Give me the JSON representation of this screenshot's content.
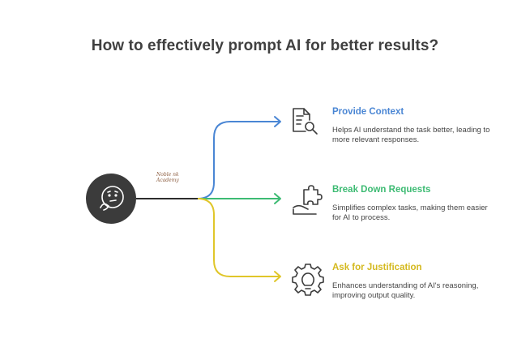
{
  "title": "How to effectively prompt AI for better results?",
  "watermark_text": "Noble nk Academy",
  "branches": [
    {
      "title": "Provide Context",
      "description": "Helps AI understand the task better, leading to more relevant responses.",
      "color": "#4a86d4",
      "icon": "document-search-icon"
    },
    {
      "title": "Break Down Requests",
      "description": "Simplifies complex tasks, making them easier for AI to process.",
      "color": "#3dbb73",
      "icon": "puzzle-hand-icon"
    },
    {
      "title": "Ask for Justification",
      "description": "Enhances understanding of AI's reasoning, improving output quality.",
      "color": "#e0c62a",
      "icon": "gear-lightbulb-icon"
    }
  ],
  "colors": {
    "hub_fill": "#3b3b3b",
    "connector": "#2d2d2d",
    "icon_stroke": "#3d3d3d"
  }
}
